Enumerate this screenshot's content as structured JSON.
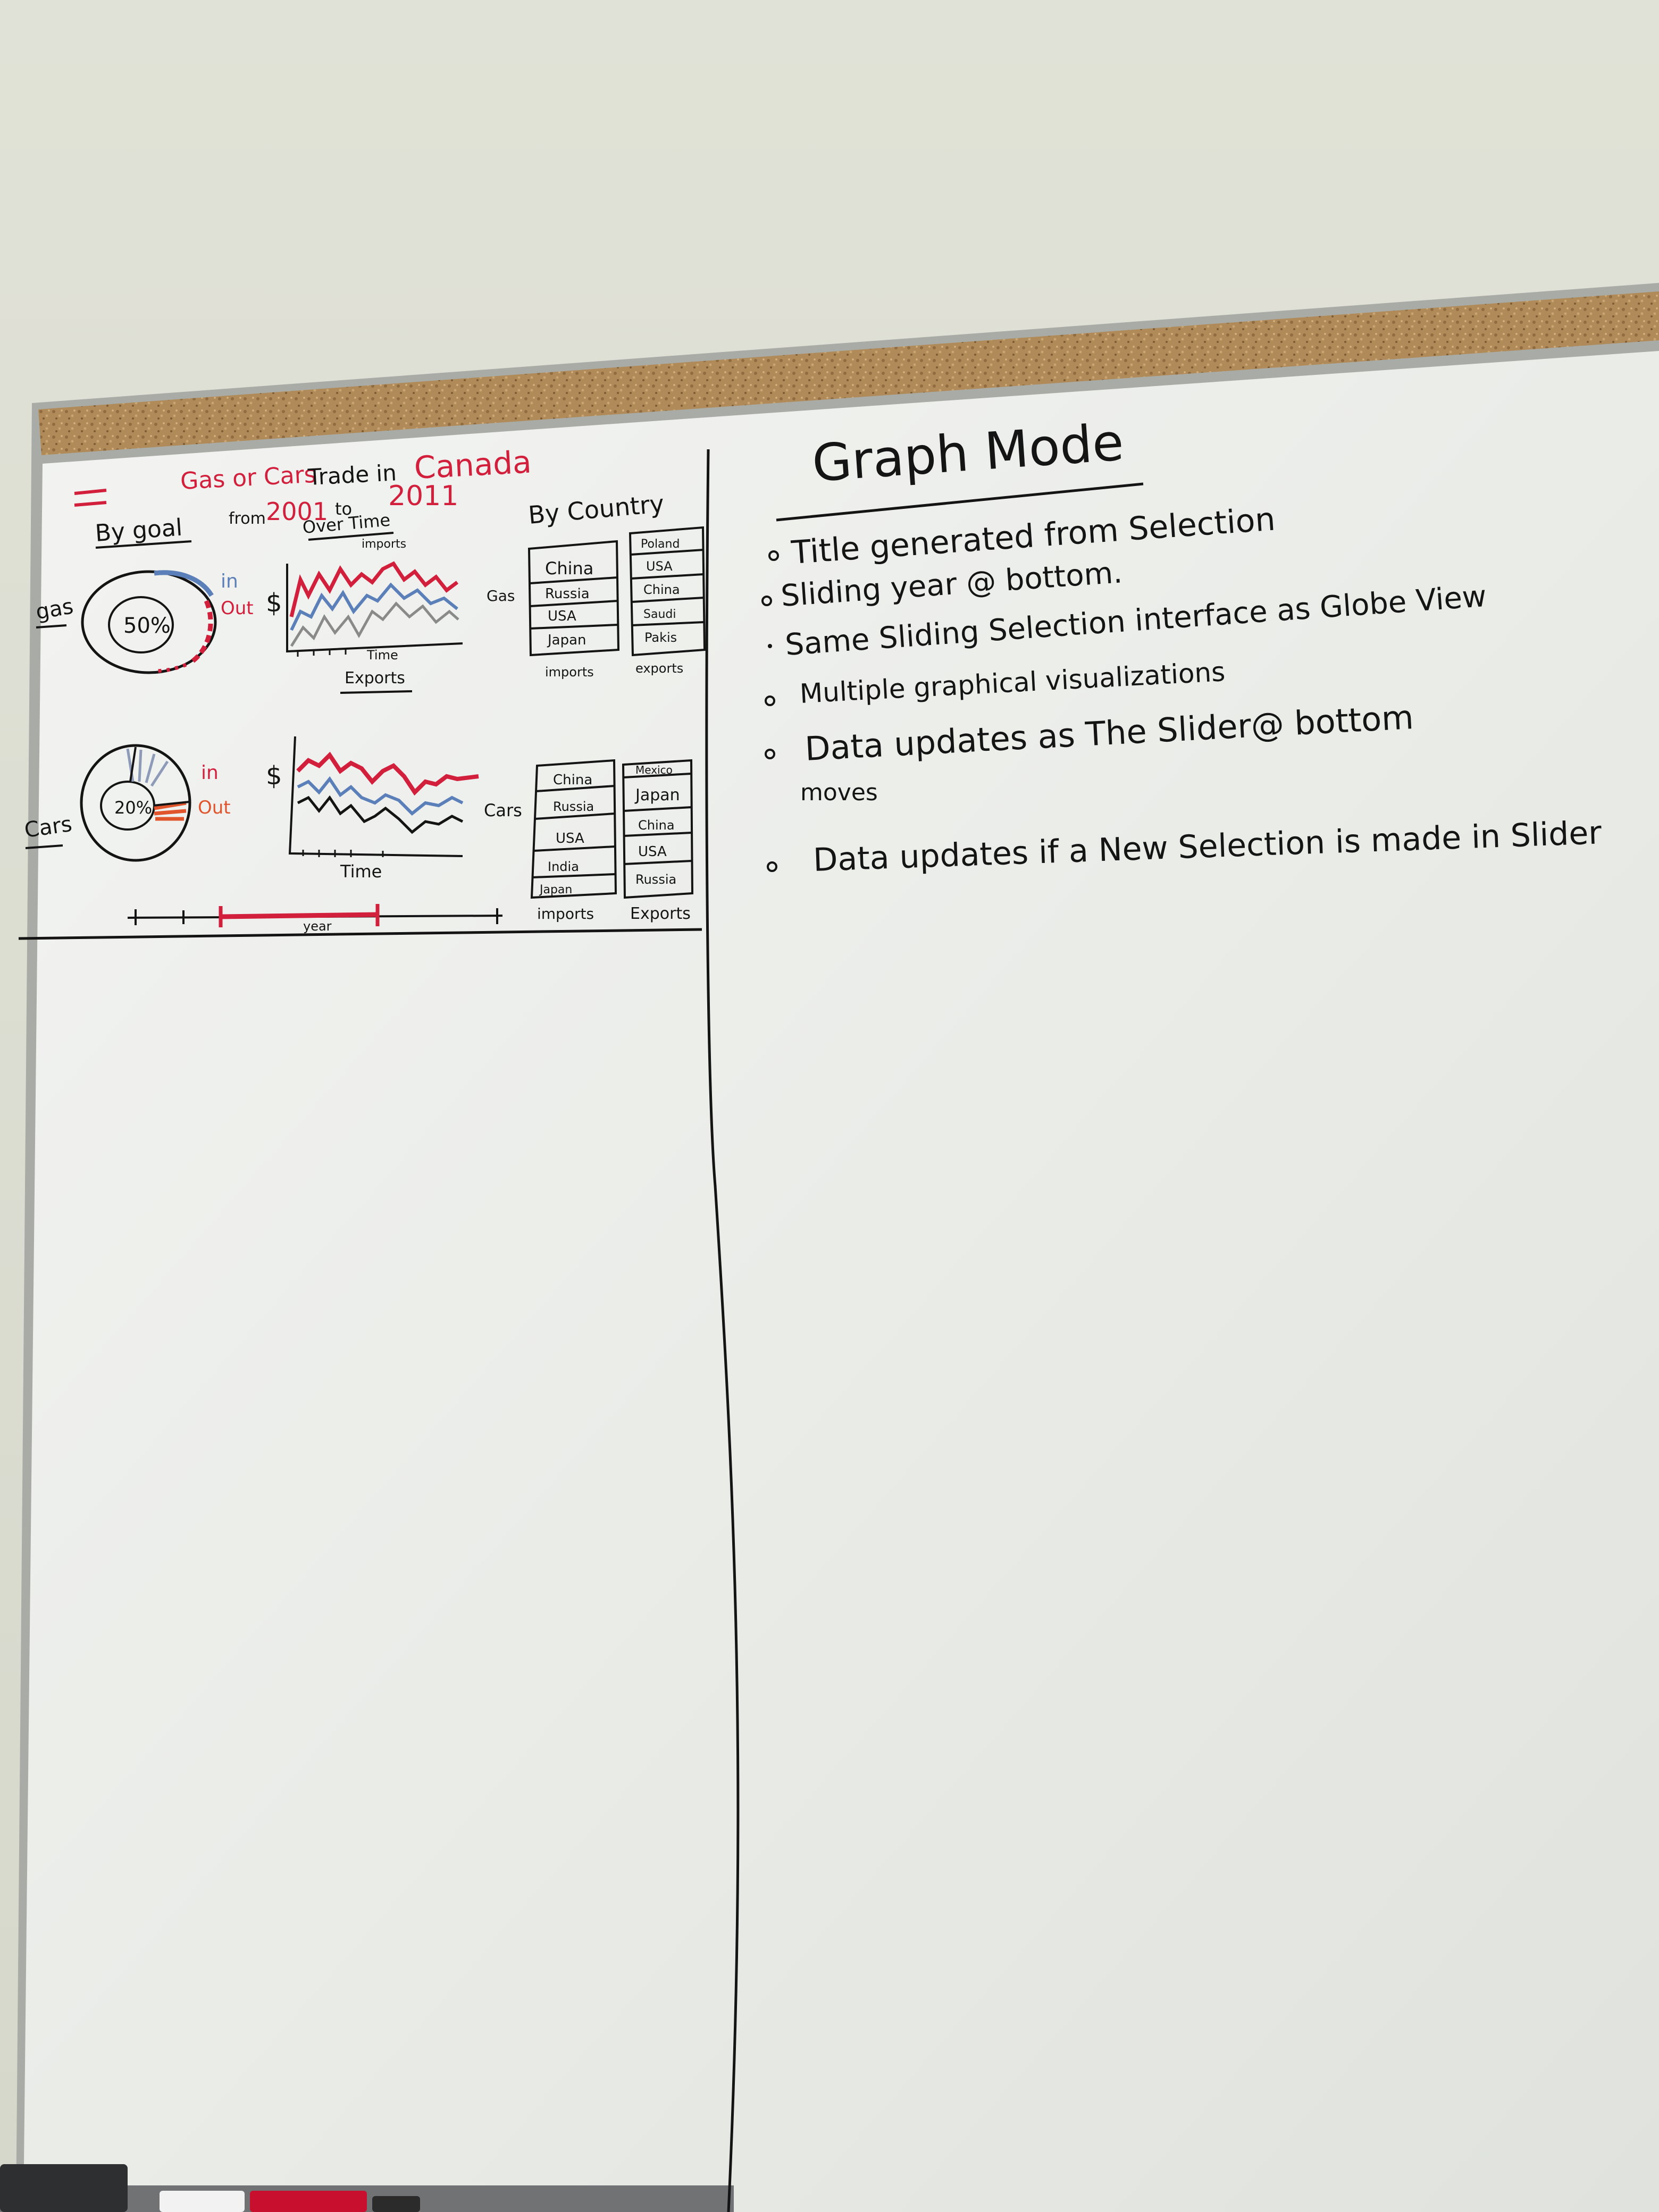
{
  "sketch": {
    "title_part_1": "Gas or Cars",
    "title_part_2": "Trade in",
    "title_part_3": "Canada",
    "range_from": "from",
    "range_start": "2001",
    "range_to": "to",
    "range_end": "2011",
    "by_goal_label": "By goal",
    "over_time_label": "Over Time",
    "imports_label": "imports",
    "by_country_label": "By Country",
    "gas_row_label": "gas",
    "cars_row_label": "Cars",
    "gas_donut_value": "50%",
    "cars_donut_value": "20%",
    "legend_in": "in",
    "legend_out": "Out",
    "currency_symbol": "$",
    "time_axis_label_1": "Time",
    "time_axis_label_2": "Time",
    "exports_caption": "Exports",
    "gas_side_label": "Gas",
    "cars_side_label": "Cars",
    "gas_import_countries": [
      "China",
      "Russia",
      "USA",
      "Japan"
    ],
    "gas_export_countries": [
      "Poland",
      "USA",
      "China",
      "Saudi",
      "Pakis"
    ],
    "cars_import_countries": [
      "China",
      "Russia",
      "USA",
      "India",
      "Japan"
    ],
    "cars_export_countries": [
      "Mexico",
      "Japan",
      "China",
      "USA",
      "Russia"
    ],
    "imports_caption_1": "imports",
    "exports_caption_1": "exports",
    "imports_caption_2": "imports",
    "exports_caption_2": "Exports",
    "slider_label": "year"
  },
  "notes": {
    "heading": "Graph Mode",
    "items": [
      "Title generated from Selection",
      "Sliding year @ bottom.",
      "Same Sliding Selection interface as Globe View",
      "Multiple graphical visualizations",
      "Data updates as The Slider@ bottom",
      "moves",
      "Data updates if a New Selection is made in Slider"
    ]
  },
  "colors": {
    "wall": "#dfe1d5",
    "cork": "#b58f5e",
    "board": "#eceeea",
    "ink_black": "#141414",
    "ink_red": "#d21f3c",
    "ink_blue": "#5b7fb8",
    "ink_orange": "#e0552c"
  }
}
